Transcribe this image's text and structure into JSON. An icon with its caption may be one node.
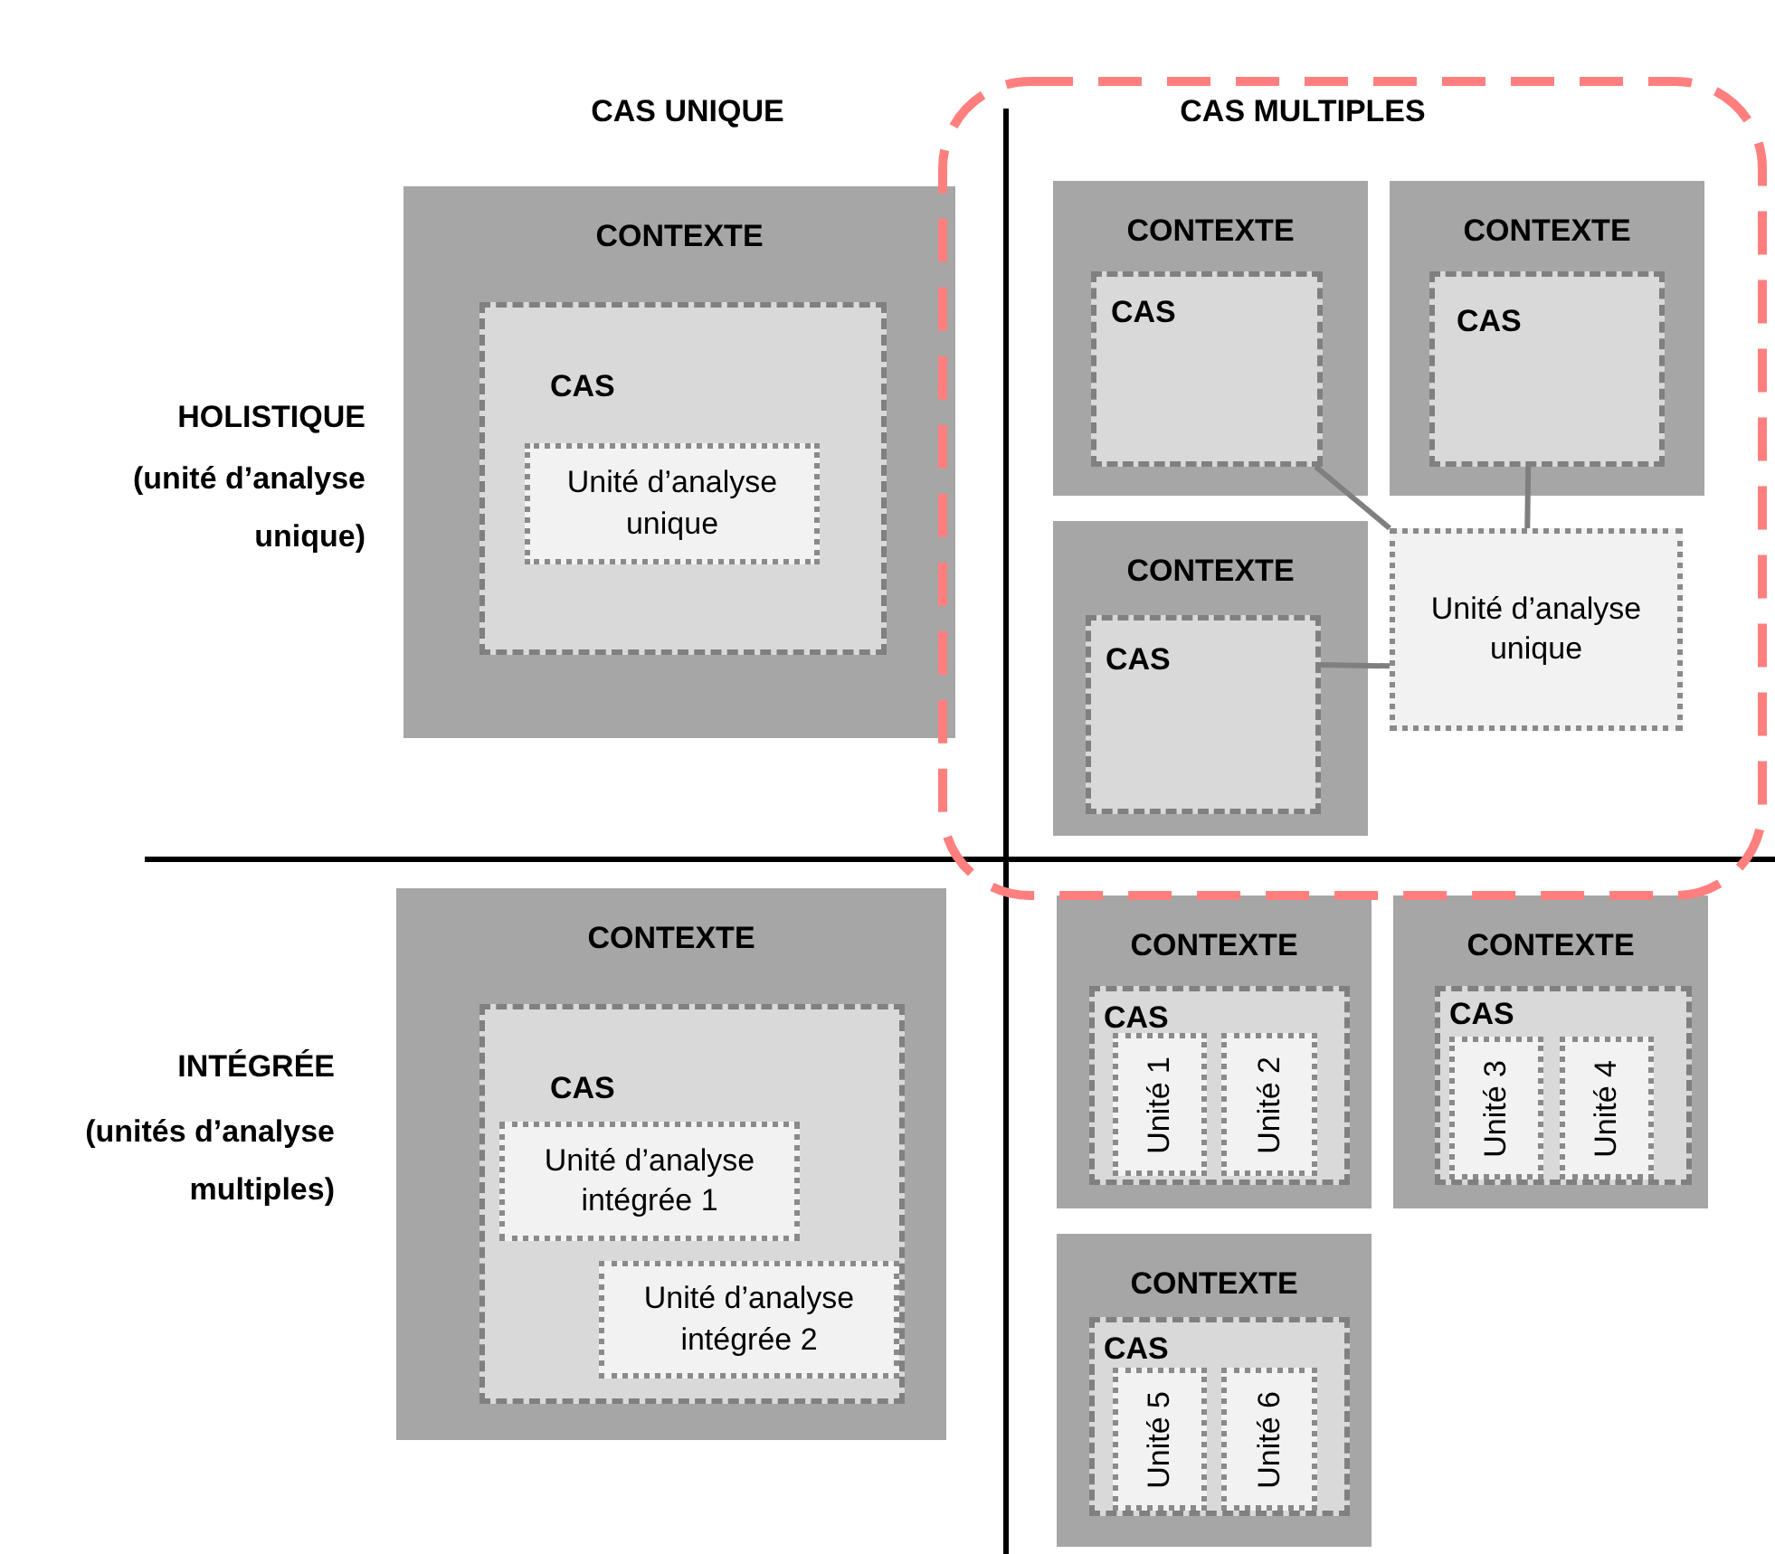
{
  "diagram": {
    "nodes": [
      {
        "text": [
          "CONTEXTE"
        ]
      },
      {
        "text": [
          "CAS"
        ],
        "in": 0
      },
      {
        "text": [
          "Unité d’analyse unique"
        ],
        "in": 1
      },
      {
        "text": [
          "CONTEXTE"
        ]
      },
      {
        "text": [
          "CAS"
        ],
        "in": 3
      },
      {
        "text": [
          "CONTEXTE"
        ]
      },
      {
        "text": [
          "CAS"
        ],
        "in": 5
      },
      {
        "text": [
          "CONTEXTE"
        ]
      },
      {
        "text": [
          "CAS"
        ],
        "in": 7
      },
      {
        "text": [
          "Unité d’analyse unique"
        ]
      },
      {
        "text": [
          "CONTEXTE"
        ]
      },
      {
        "text": [
          "CAS"
        ],
        "in": 10
      },
      {
        "text": [
          "Unité d’analyse intégrée 1"
        ],
        "in": 11
      },
      {
        "text": [
          "Unité d’analyse intégrée 2"
        ],
        "in": 11
      },
      {
        "text": [
          "CONTEXTE"
        ]
      },
      {
        "text": [
          "CAS"
        ],
        "in": 14
      },
      {
        "text": [
          "Unité 1"
        ],
        "in": 15
      },
      {
        "text": [
          "Unité 2"
        ],
        "in": 15
      },
      {
        "text": [
          "CONTEXTE"
        ]
      },
      {
        "text": [
          "CAS"
        ],
        "in": 18
      },
      {
        "text": [
          "Unité 3"
        ],
        "in": 19
      },
      {
        "text": [
          "Unité 4"
        ],
        "in": 19
      },
      {
        "text": [
          "CONTEXTE"
        ]
      },
      {
        "text": [
          "CAS"
        ],
        "in": 22
      },
      {
        "text": [
          "Unité 5"
        ],
        "in": 23
      },
      {
        "text": [
          "Unité 6"
        ],
        "in": 23
      }
    ],
    "edges": [
      {
        "from": 4,
        "to": 9,
        "arrow": "none"
      },
      {
        "from": 6,
        "to": 9,
        "arrow": "none"
      },
      {
        "from": 8,
        "to": 9,
        "arrow": "none"
      }
    ],
    "labels": [
      "CAS UNIQUE",
      "CAS MULTIPLES",
      "HOLISTIQUE",
      "(unité d’analyse unique)",
      "INTÉGRÉE",
      "(unités d’analyse multiples)"
    ]
  }
}
